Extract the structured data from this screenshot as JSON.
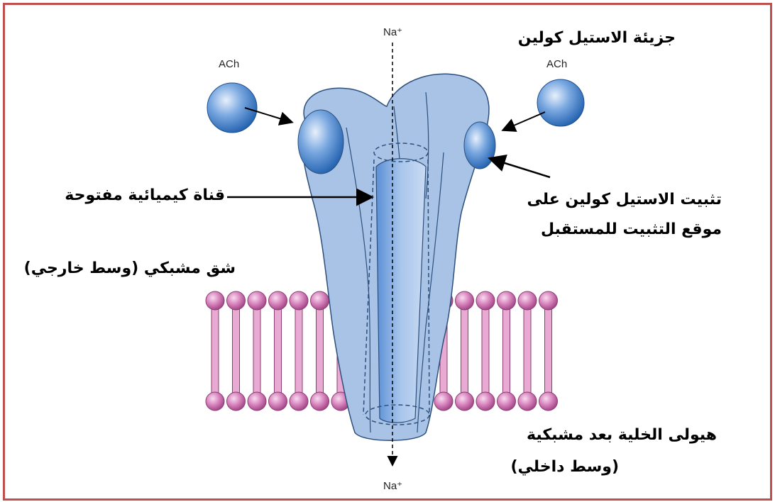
{
  "ions": {
    "top": "Na⁺",
    "bottom": "Na⁺"
  },
  "molecules": {
    "left": "ACh",
    "right": "ACh"
  },
  "labels": {
    "ach_molecule": "جزيئة الاستيل كولين",
    "open_channel": "قناة كيميائية مفتوحة",
    "binding_line1": "تثبيت الاستيل كولين على",
    "binding_line2": "موقع التثبيت للمستقبل",
    "synaptic_cleft": "شق مشبكي (وسط خارجي)",
    "cytoplasm_line1": "هيولى الخلية بعد مشبكية",
    "cytoplasm_line2": "(وسط داخلي)"
  },
  "colors": {
    "frame": "#c0504d",
    "receptor": "#a9c4e6",
    "ach": "#3a78c8",
    "phospholipid": "#d67bb7"
  }
}
